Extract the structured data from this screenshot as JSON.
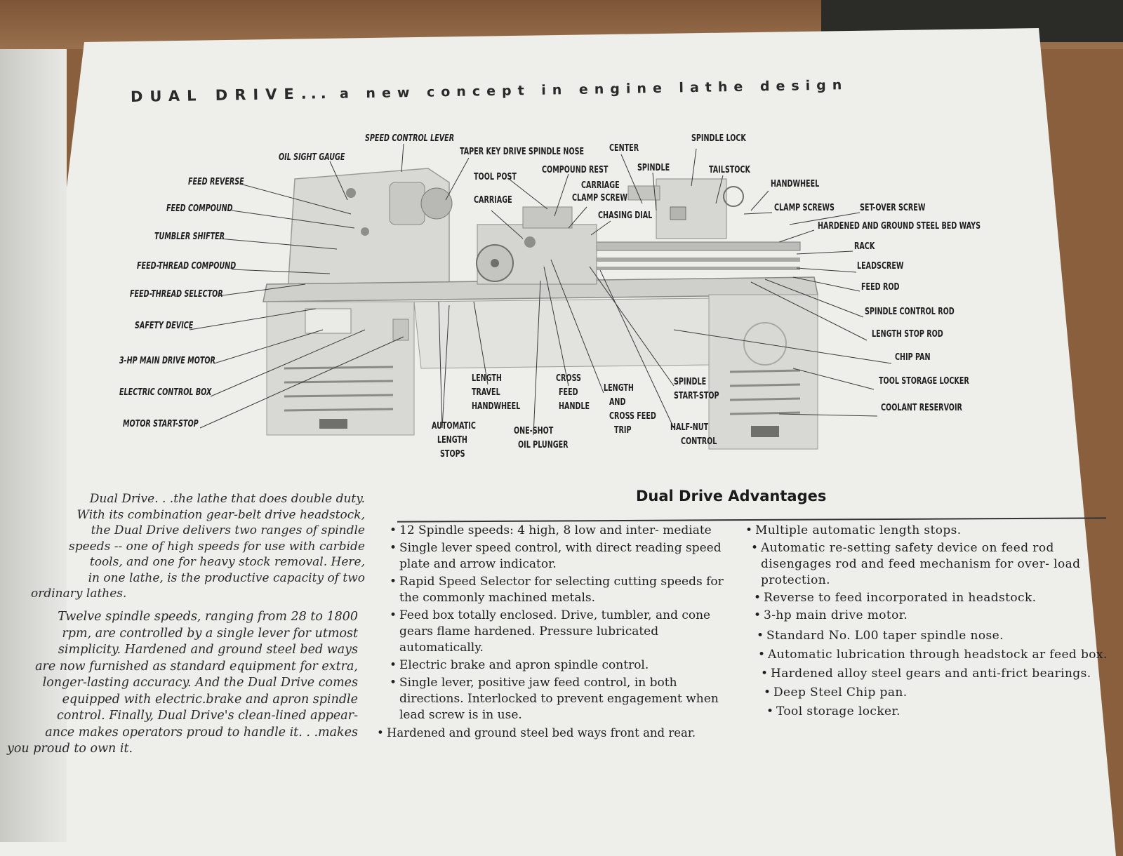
{
  "title": {
    "main": "DUAL DRIVE",
    "dots": "...",
    "sub": "a new concept in engine lathe design"
  },
  "callouts": {
    "speed_control_lever": "SPEED CONTROL LEVER",
    "oil_sight_gauge": "OIL SIGHT GAUGE",
    "feed_reverse": "FEED REVERSE",
    "feed_compound": "FEED COMPOUND",
    "tumbler_shifter": "TUMBLER SHIFTER",
    "feed_thread_compound": "FEED-THREAD COMPOUND",
    "feed_thread_selector": "FEED-THREAD SELECTOR",
    "safety_device": "SAFETY DEVICE",
    "main_drive_motor": "3-HP MAIN DRIVE MOTOR",
    "electric_control_box": "ELECTRIC CONTROL BOX",
    "motor_start_stop": "MOTOR START-STOP",
    "taper_key_drive": "TAPER KEY DRIVE SPINDLE NOSE",
    "tool_post": "TOOL POST",
    "carriage": "CARRIAGE",
    "compound_rest": "COMPOUND REST",
    "carriage_clamp_screw_1": "CARRIAGE",
    "carriage_clamp_screw_2": "CLAMP SCREW",
    "chasing_dial": "CHASING DIAL",
    "center": "CENTER",
    "spindle": "SPINDLE",
    "spindle_lock": "SPINDLE LOCK",
    "tailstock": "TAILSTOCK",
    "handwheel": "HANDWHEEL",
    "clamp_screws": "CLAMP SCREWS",
    "set_over_screw": "SET-OVER SCREW",
    "bed_ways": "HARDENED AND GROUND STEEL BED WAYS",
    "rack": "RACK",
    "leadscrew": "LEADSCREW",
    "feed_rod": "FEED ROD",
    "spindle_control_rod": "SPINDLE CONTROL ROD",
    "length_stop_rod": "LENGTH STOP ROD",
    "chip_pan": "CHIP PAN",
    "tool_storage_locker": "TOOL STORAGE LOCKER",
    "coolant_reservoir": "COOLANT RESERVOIR",
    "length_travel_1": "LENGTH",
    "length_travel_2": "TRAVEL",
    "length_travel_3": "HANDWHEEL",
    "cross_feed_1": "CROSS",
    "cross_feed_2": "FEED",
    "cross_feed_3": "HANDLE",
    "lc_trip_1": "LENGTH",
    "lc_trip_2": "AND",
    "lc_trip_3": "CROSS FEED",
    "lc_trip_4": "TRIP",
    "spindle_ss_1": "SPINDLE",
    "spindle_ss_2": "START-STOP",
    "auto_stops_1": "AUTOMATIC",
    "auto_stops_2": "LENGTH",
    "auto_stops_3": "STOPS",
    "one_shot_1": "ONE-SHOT",
    "one_shot_2": "OIL PLUNGER",
    "half_nut_1": "HALF-NUT",
    "half_nut_2": "CONTROL"
  },
  "intro": {
    "p1": [
      "Dual Drive. . .the lathe that does double duty.",
      "With its combination gear-belt drive headstock,",
      "the Dual Drive delivers two ranges of spindle",
      "speeds -- one of high speeds for use with carbide",
      "tools, and one for heavy stock removal.  Here,",
      "in one lathe, is the productive capacity of two",
      "ordinary lathes."
    ],
    "p2": [
      "Twelve spindle speeds, ranging from 28 to 1800",
      "rpm, are controlled by a single lever for utmost",
      "simplicity.  Hardened and ground steel bed ways",
      "are now furnished as standard equipment for extra,",
      "longer-lasting accuracy.  And the Dual Drive comes",
      "equipped with electric.brake and apron spindle",
      "control.  Finally, Dual Drive's clean-lined appear-",
      "ance makes operators proud to handle it. . .makes",
      "you proud to own it."
    ]
  },
  "advantages": {
    "heading": "Dual Drive Advantages",
    "left": [
      "12 Spindle speeds:  4 high, 8 low and inter- mediate",
      "Single lever speed control, with direct reading speed plate and arrow indicator.",
      "Rapid Speed Selector for selecting cutting speeds for the commonly machined metals.",
      "Feed box totally enclosed.  Drive, tumbler, and cone gears flame hardened.  Pressure lubricated automatically.",
      "Electric brake and apron spindle control.",
      "Single lever, positive jaw feed control, in both directions.  Interlocked to prevent engagement when lead screw is in use.",
      "Hardened and ground steel bed ways front and rear."
    ],
    "right": [
      "Multiple automatic length stops.",
      "Automatic re-setting safety device on feed rod disengages rod and feed mechanism for over- load protection.",
      "Reverse to feed incorporated in headstock.",
      "3-hp main drive motor.",
      "Standard No. L00 taper spindle nose.",
      "Automatic lubrication through headstock ar feed box.",
      "Hardened alloy steel gears and anti-frict bearings.",
      "Deep Steel Chip pan.",
      "Tool storage locker."
    ]
  },
  "colors": {
    "paper": "#eeeeeb",
    "ink": "#1f1f1f",
    "desk": "#8a5f3d"
  }
}
